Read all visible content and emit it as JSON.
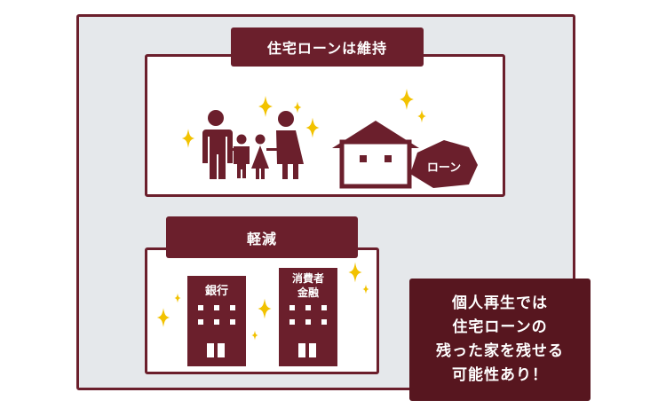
{
  "top_tab": "住宅ローンは維持",
  "bottom_tab": "軽減",
  "loan_label": "ローン",
  "bank_label": "銀行",
  "consumer_finance_label": [
    "消費者",
    "金融"
  ],
  "callout_lines": [
    "個人再生では",
    "住宅ローンの",
    "残った家を残せる",
    "可能性あり！"
  ],
  "colors": {
    "primary": "#6b1f2c",
    "callout": "#57161f",
    "sparkle": "#f2c200",
    "background": "#e5e8eb"
  }
}
